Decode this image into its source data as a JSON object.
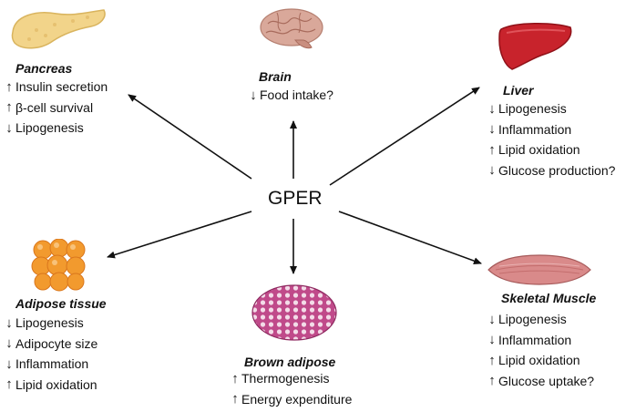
{
  "hub": {
    "label": "GPER"
  },
  "organs": {
    "pancreas": {
      "title": "Pancreas",
      "effects": [
        {
          "dir": "up",
          "text": "Insulin secretion"
        },
        {
          "dir": "up",
          "text": "β-cell survival"
        },
        {
          "dir": "down",
          "text": "Lipogenesis"
        }
      ]
    },
    "brain": {
      "title": "Brain",
      "effects": [
        {
          "dir": "down",
          "text": "Food intake?"
        }
      ]
    },
    "liver": {
      "title": "Liver",
      "effects": [
        {
          "dir": "down",
          "text": "Lipogenesis"
        },
        {
          "dir": "down",
          "text": "Inflammation"
        },
        {
          "dir": "up",
          "text": "Lipid oxidation"
        },
        {
          "dir": "down",
          "text": "Glucose production?"
        }
      ]
    },
    "adipose": {
      "title": "Adipose tissue",
      "effects": [
        {
          "dir": "down",
          "text": "Lipogenesis"
        },
        {
          "dir": "down",
          "text": "Adipocyte size"
        },
        {
          "dir": "down",
          "text": "Inflammation"
        },
        {
          "dir": "up",
          "text": "Lipid oxidation"
        }
      ]
    },
    "brown_adipose": {
      "title": "Brown adipose",
      "effects": [
        {
          "dir": "up",
          "text": "Thermogenesis"
        },
        {
          "dir": "up",
          "text": "Energy expenditure"
        }
      ]
    },
    "muscle": {
      "title": "Skeletal Muscle",
      "effects": [
        {
          "dir": "down",
          "text": "Lipogenesis"
        },
        {
          "dir": "down",
          "text": "Inflammation"
        },
        {
          "dir": "up",
          "text": "Lipid oxidation"
        },
        {
          "dir": "up",
          "text": "Glucose uptake?"
        }
      ]
    }
  },
  "icons": {
    "pancreas": "pancreas-icon",
    "brain": "brain-icon",
    "liver": "liver-icon",
    "adipose": "adipose-tissue-icon",
    "brown_adipose": "brown-adipose-icon",
    "muscle": "skeletal-muscle-icon",
    "up": "up-arrow-icon",
    "down": "down-arrow-icon"
  },
  "colors": {
    "pancreas": "#f2d48a",
    "brain": "#d9a89a",
    "liver": "#c8232c",
    "adipose": "#f29a2e",
    "brown_adipose": "#c04a8a",
    "muscle": "#d98a8a",
    "text": "#111111"
  }
}
